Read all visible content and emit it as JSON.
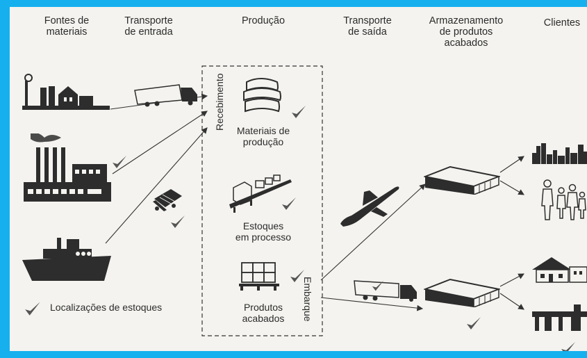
{
  "columns": {
    "sources": "Fontes de\nmateriais",
    "inbound": "Transporte\nde entrada",
    "production": "Produção",
    "outbound": "Transporte\nde saída",
    "warehousing": "Armazenamento\nde produtos\nacabados",
    "customers": "Clientes"
  },
  "production": {
    "receiving": "Recebimento",
    "shipping": "Embarque",
    "materials": "Materiais de\nprodução",
    "wip": "Estoques\nem processo",
    "finished": "Produtos\nacabados"
  },
  "legend": {
    "label": "Localizações de estoques",
    "icon": "checkmark-icon"
  },
  "icons": {
    "sources": [
      "farm-icon",
      "factory-icon",
      "ship-icon"
    ],
    "inbound": [
      "truck-icon",
      "rail-car-icon"
    ],
    "production": [
      "material-sacks-icon",
      "conveyor-icon",
      "pallet-boxes-icon"
    ],
    "outbound": [
      "airplane-icon",
      "truck-icon"
    ],
    "warehousing": [
      "warehouse-icon",
      "warehouse-icon"
    ],
    "customers": [
      "city-skyline-icon",
      "family-icon",
      "house-icon",
      "store-icon"
    ]
  },
  "colors": {
    "frame": "#16b0ee",
    "background": "#f4f3ef",
    "ink": "#2b2b2b"
  }
}
